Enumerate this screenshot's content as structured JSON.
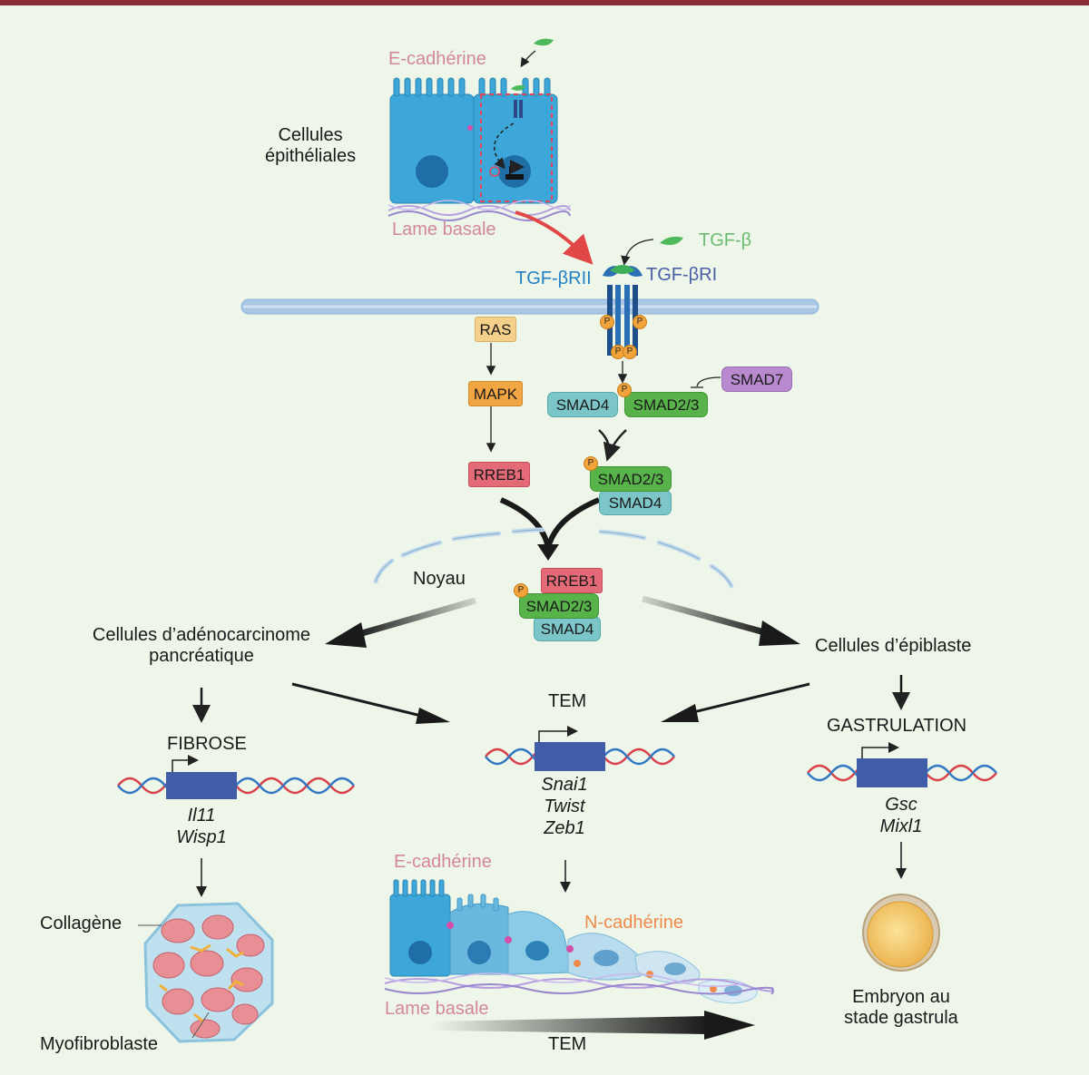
{
  "top_cells": {
    "ecadherin": "E-cadhérine",
    "cells": "Cellules\népithéliales",
    "basal": "Lame basale"
  },
  "receptor": {
    "ligand": "TGF-β",
    "rii": "TGF-βRII",
    "ri": "TGF-βRI"
  },
  "pathway": {
    "ras": "RAS",
    "mapk": "MAPK",
    "rreb1": "RREB1",
    "smad4": "SMAD4",
    "smad23": "SMAD2/3",
    "smad7": "SMAD7",
    "p": "P"
  },
  "nucleus": {
    "label": "Noyau",
    "rreb1": "RREB1",
    "smad23": "SMAD2/3",
    "smad4": "SMAD4"
  },
  "left_branch": {
    "title": "Cellules d’adénocarcinome\npancréatique",
    "process": "FIBROSE",
    "genes": [
      "Il11",
      "Wisp1"
    ],
    "collagen": "Collagène",
    "myofibroblast": "Myofibroblaste"
  },
  "middle_branch": {
    "process": "TEM",
    "genes": [
      "Snai1",
      "Twist",
      "Zeb1"
    ],
    "ecadherin": "E-cadhérine",
    "ncadherin": "N-cadhérine",
    "basal": "Lame basale",
    "arrow_label": "TEM"
  },
  "right_branch": {
    "title": "Cellules d’épiblaste",
    "process": "GASTRULATION",
    "genes": [
      "Gsc",
      "Mixl1"
    ],
    "outcome": "Embryon au\nstade gastrula"
  },
  "colors": {
    "background": "#eef6e9",
    "top_border": "#8a2b3a",
    "membrane": "#a9c6e4",
    "gene_box": "#3f5da8",
    "dna_red": "#d9414b",
    "dna_blue": "#3478c4"
  }
}
